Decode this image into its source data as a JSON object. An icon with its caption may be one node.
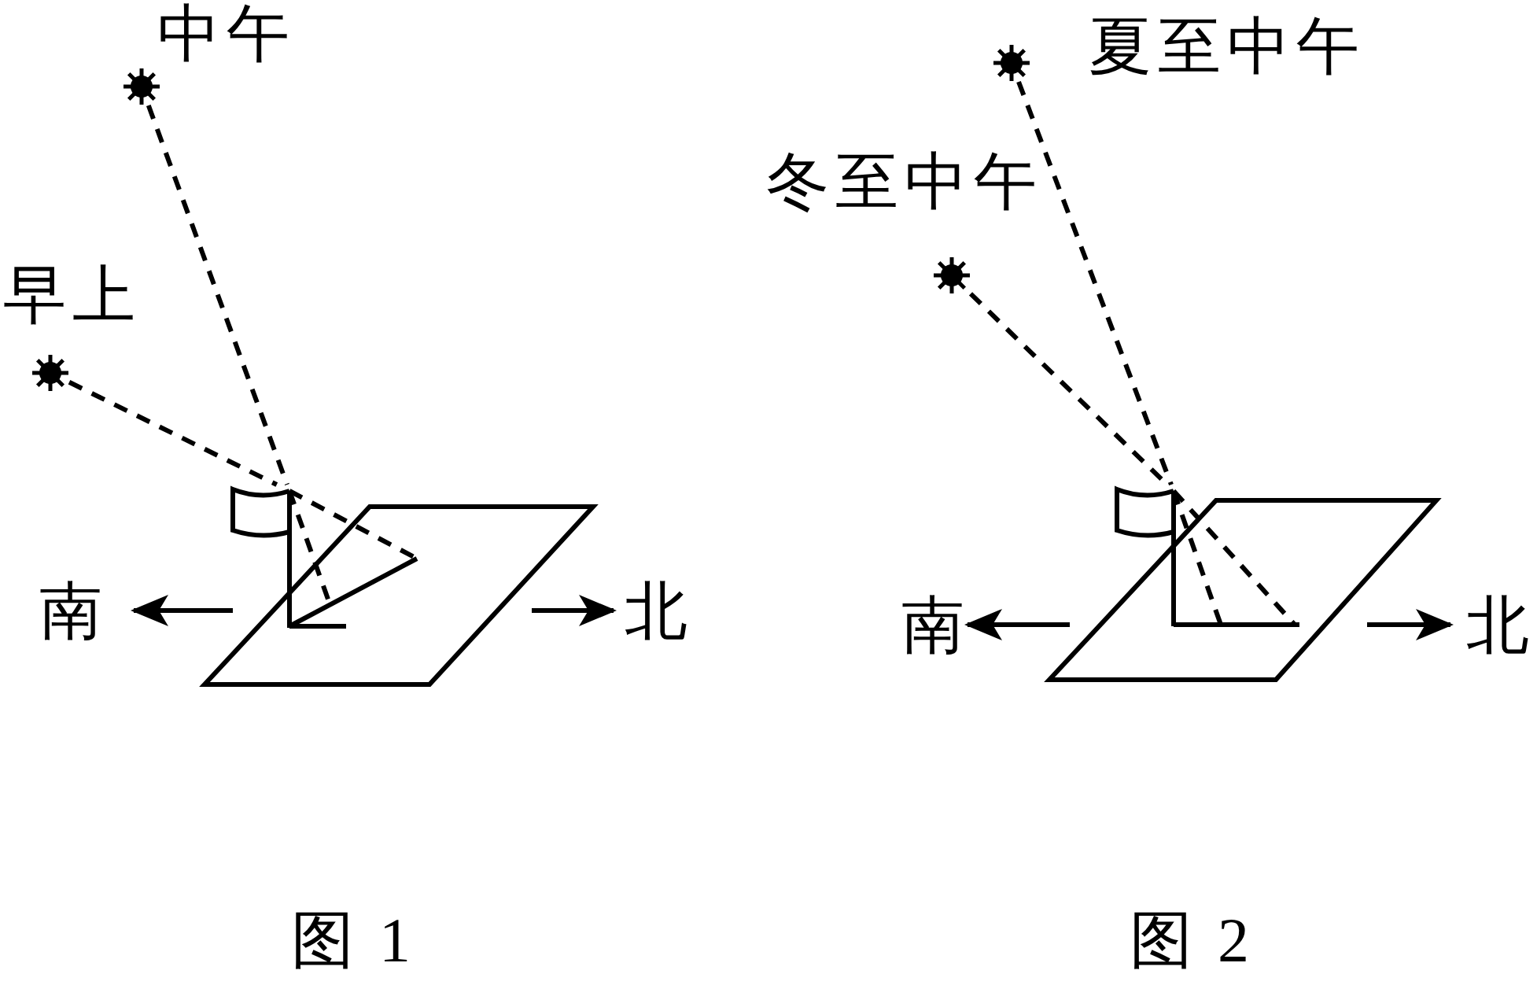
{
  "diagram": {
    "nodes": [
      {
        "text": [],
        "shape": "circle",
        "beside": [
          "中午"
        ]
      },
      {
        "text": [],
        "shape": "circle",
        "beside": [
          "早上"
        ]
      },
      {
        "text": [],
        "shape": "picture"
      },
      {
        "text": [],
        "shape": "circle",
        "beside": [
          "夏至中午"
        ]
      },
      {
        "text": [],
        "shape": "circle",
        "beside": [
          "冬至中午"
        ]
      },
      {
        "text": [],
        "shape": "picture"
      }
    ],
    "edges": [
      {
        "from": 0,
        "to": 2,
        "arrow": "none",
        "style": "dashed"
      },
      {
        "from": 1,
        "to": 2,
        "arrow": "none",
        "style": "dashed"
      },
      {
        "from": 3,
        "to": 5,
        "arrow": "none",
        "style": "dashed"
      },
      {
        "from": 4,
        "to": 5,
        "arrow": "none",
        "style": "dashed"
      }
    ],
    "labels": [
      "南",
      "北",
      "南",
      "北",
      "图 1",
      "图 2"
    ]
  }
}
